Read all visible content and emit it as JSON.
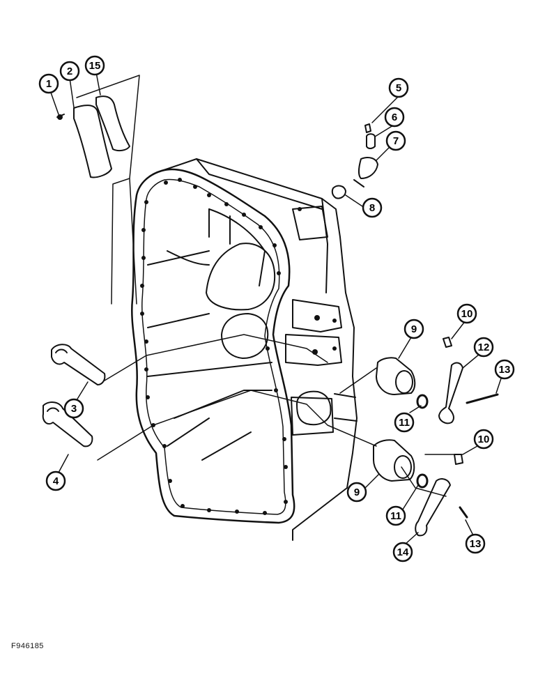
{
  "figure_id": "F946185",
  "colors": {
    "ink": "#111111",
    "paper": "#ffffff"
  },
  "callouts": [
    {
      "label": "1"
    },
    {
      "label": "2"
    },
    {
      "label": "15"
    },
    {
      "label": "5"
    },
    {
      "label": "6"
    },
    {
      "label": "7"
    },
    {
      "label": "8"
    },
    {
      "label": "10"
    },
    {
      "label": "9"
    },
    {
      "label": "12"
    },
    {
      "label": "13"
    },
    {
      "label": "3"
    },
    {
      "label": "11"
    },
    {
      "label": "4"
    },
    {
      "label": "10"
    },
    {
      "label": "9"
    },
    {
      "label": "11"
    },
    {
      "label": "14"
    },
    {
      "label": "13"
    }
  ]
}
